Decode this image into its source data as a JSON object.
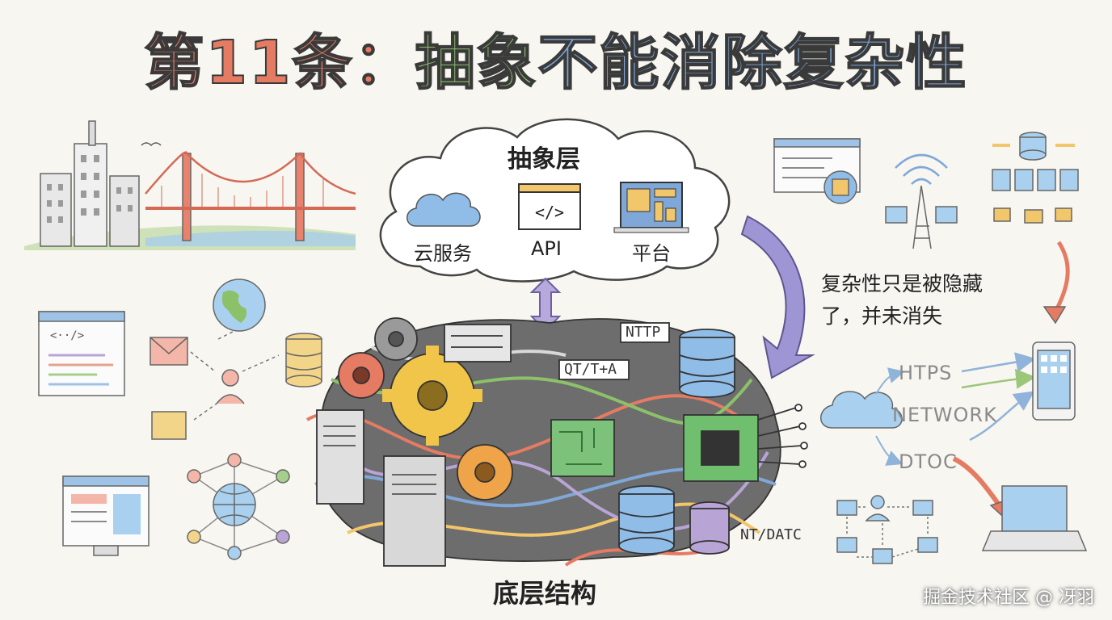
{
  "title": {
    "part1": "第11条：",
    "part2": "抽象",
    "part3": "不能消除复杂性"
  },
  "cloud": {
    "title": "抽象层",
    "items": [
      {
        "label": "云服务",
        "icon": "cloud-icon"
      },
      {
        "label": "API",
        "icon": "code-window-icon"
      },
      {
        "label": "平台",
        "icon": "platform-icon"
      }
    ]
  },
  "bottom_label": "底层结构",
  "note": {
    "line1": "复杂性只是被隐藏",
    "line2": "了，并未消失"
  },
  "tags": {
    "nttp": "NTTP",
    "qt": "QT/T+A",
    "ntdatc": "NT/DATC"
  },
  "network": {
    "https": "HTPS",
    "network": "NETWORK",
    "dtoc": "DTOC"
  },
  "watermark": "掘金技术社区 @ 冴羽",
  "colors": {
    "red": "#e57b62",
    "green": "#8cc16a",
    "blue": "#7fa8d8",
    "purple_arrow": "#8f86c9"
  }
}
